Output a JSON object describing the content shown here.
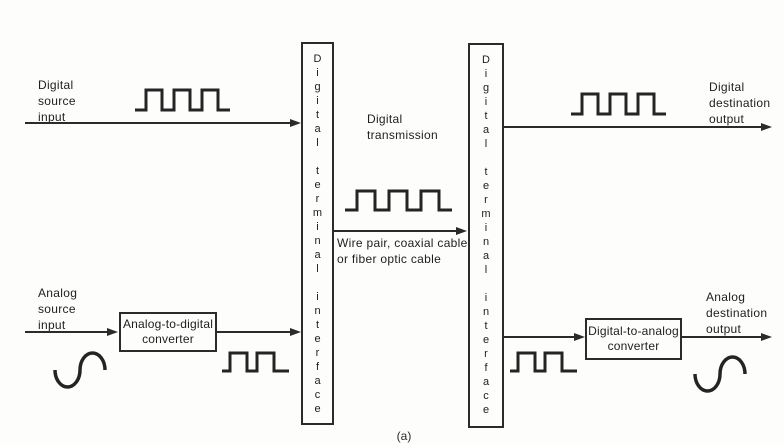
{
  "page": {
    "background": "#fdfdfc",
    "ink": "#2b2b2b"
  },
  "diagram": {
    "caption": "(a)",
    "left_inputs": {
      "digital_source_label": "Digital\nsource\ninput",
      "analog_source_label": "Analog\nsource\ninput"
    },
    "right_outputs": {
      "digital_destination_label": "Digital\ndestination\noutput",
      "analog_destination_label": "Analog\ndestination\noutput"
    },
    "center": {
      "transmission_label": "Digital\ntransmission",
      "medium_label": "Wire pair, coaxial cable\nor fiber optic cable"
    },
    "boxes": {
      "left_interface_vertical": "D\ni\ng\ni\nt\na\nl\n\nt\ne\nr\nm\ni\nn\na\nl\n\ni\nn\nt\ne\nr\nf\na\nc\ne",
      "right_interface_vertical": "D\ni\ng\ni\nt\na\nl\n\nt\ne\nr\nm\ni\nn\na\nl\n\ni\nn\nt\ne\nr\nf\na\nc\ne",
      "adc_label": "Analog-to-digital\nconverter",
      "dac_label": "Digital-to-analog\nconverter"
    }
  }
}
